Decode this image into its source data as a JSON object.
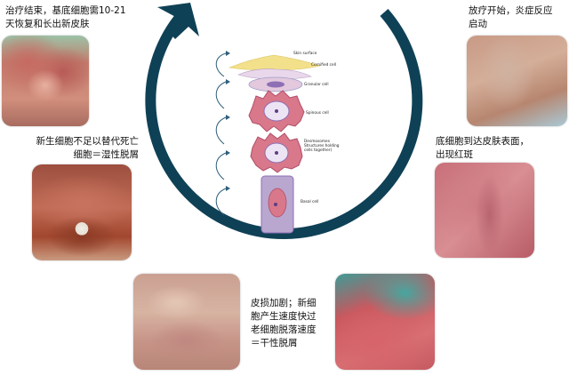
{
  "captions": {
    "top_left": "治疗结束，基底细胞需10-21\n天恢复和长出新皮肤",
    "top_right": "放疗开始，炎症反应\n启动",
    "mid_left": "新生细胞不足以替代死亡\n细胞＝湿性脱屑",
    "mid_right": "底细胞到达皮肤表面，\n出现红斑",
    "bottom_center": "皮损加剧；新细\n胞产生速度快过\n老细胞脱落速度\n＝干性脱屑"
  },
  "layers": {
    "skin_surface": "Skin surface",
    "cornified": "Cornified cell",
    "granular": "Granular cell",
    "spinous": "Spinous cell",
    "desmosomes": "Desmosomes\nStructures holding\ncells together)",
    "basal": "Basal cell"
  },
  "colors": {
    "cycle_arrow": "#0f4156",
    "cell_pink": "#d8788a",
    "cell_dark": "#b24e68",
    "nucleus": "#8f6fb4",
    "basal_fill": "#b9a7d0",
    "surface_yellow": "#f3e08a",
    "side_arrow": "#2f5f7a"
  },
  "icons": {
    "cycle": "circular-arrow-icon",
    "side": "curved-arrow-icon"
  }
}
